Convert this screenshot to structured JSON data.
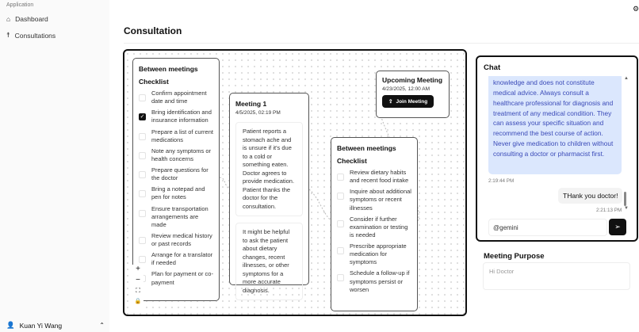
{
  "sidebar": {
    "group": "Application",
    "items": [
      {
        "label": "Dashboard",
        "icon": "home-icon"
      },
      {
        "label": "Consultations",
        "icon": "person-icon"
      }
    ],
    "user": "Kuan Yi Wang"
  },
  "header": {
    "title": "Consultation"
  },
  "flow": {
    "between1": {
      "title": "Between meetings",
      "subtitle": "Checklist",
      "items": [
        {
          "label": "Confirm appointment date and time",
          "checked": false
        },
        {
          "label": "Bring identification and insurance information",
          "checked": true
        },
        {
          "label": "Prepare a list of current medications",
          "checked": false
        },
        {
          "label": "Note any symptoms or health concerns",
          "checked": false
        },
        {
          "label": "Prepare questions for the doctor",
          "checked": false
        },
        {
          "label": "Bring a notepad and pen for notes",
          "checked": false
        },
        {
          "label": "Ensure transportation arrangements are made",
          "checked": false
        },
        {
          "label": "Review medical history or past records",
          "checked": false
        },
        {
          "label": "Arrange for a translator if needed",
          "checked": false
        },
        {
          "label": "Plan for payment or co-payment",
          "checked": false
        }
      ]
    },
    "meeting1": {
      "title": "Meeting 1",
      "date": "4/5/2025, 02:19 PM",
      "summary": "Patient reports a stomach ache and is unsure if it's due to a cold or something eaten. Doctor agrees to provide medication. Patient thanks the doctor for the consultation.",
      "suggestion": "It might be helpful to ask the patient about dietary changes, recent illnesses, or other symptoms for a more accurate diagnosis."
    },
    "between2": {
      "title": "Between meetings",
      "subtitle": "Checklist",
      "items": [
        {
          "label": "Review dietary habits and recent food intake",
          "checked": false
        },
        {
          "label": "Inquire about additional symptoms or recent illnesses",
          "checked": false
        },
        {
          "label": "Consider if further examination or testing is needed",
          "checked": false
        },
        {
          "label": "Prescribe appropriate medication for symptoms",
          "checked": false
        },
        {
          "label": "Schedule a follow-up if symptoms persist or worsen",
          "checked": false
        }
      ]
    },
    "upcoming": {
      "title": "Upcoming Meeting",
      "date": "4/23/2025, 12:00 AM",
      "button": "Join Meeting"
    },
    "controls": {
      "zoom_in": "+",
      "zoom_out": "−",
      "fit": "⛶",
      "lock": "🔒"
    }
  },
  "chat": {
    "title": "Chat",
    "messages": [
      {
        "from": "bot",
        "text": "knowledge and does not constitute medical advice. Always consult a healthcare professional for diagnosis and treatment of any medical condition. They can assess your specific situation and recommend the best course of action. Never give medication to children without consulting a doctor or pharmacist first.",
        "time": "2:19:44 PM"
      },
      {
        "from": "user",
        "text": "THank you doctor!",
        "time": "2:21:13 PM"
      }
    ],
    "input_value": "@gemini"
  },
  "purpose": {
    "label": "Meeting Purpose",
    "placeholder": "Hi Doctor"
  }
}
